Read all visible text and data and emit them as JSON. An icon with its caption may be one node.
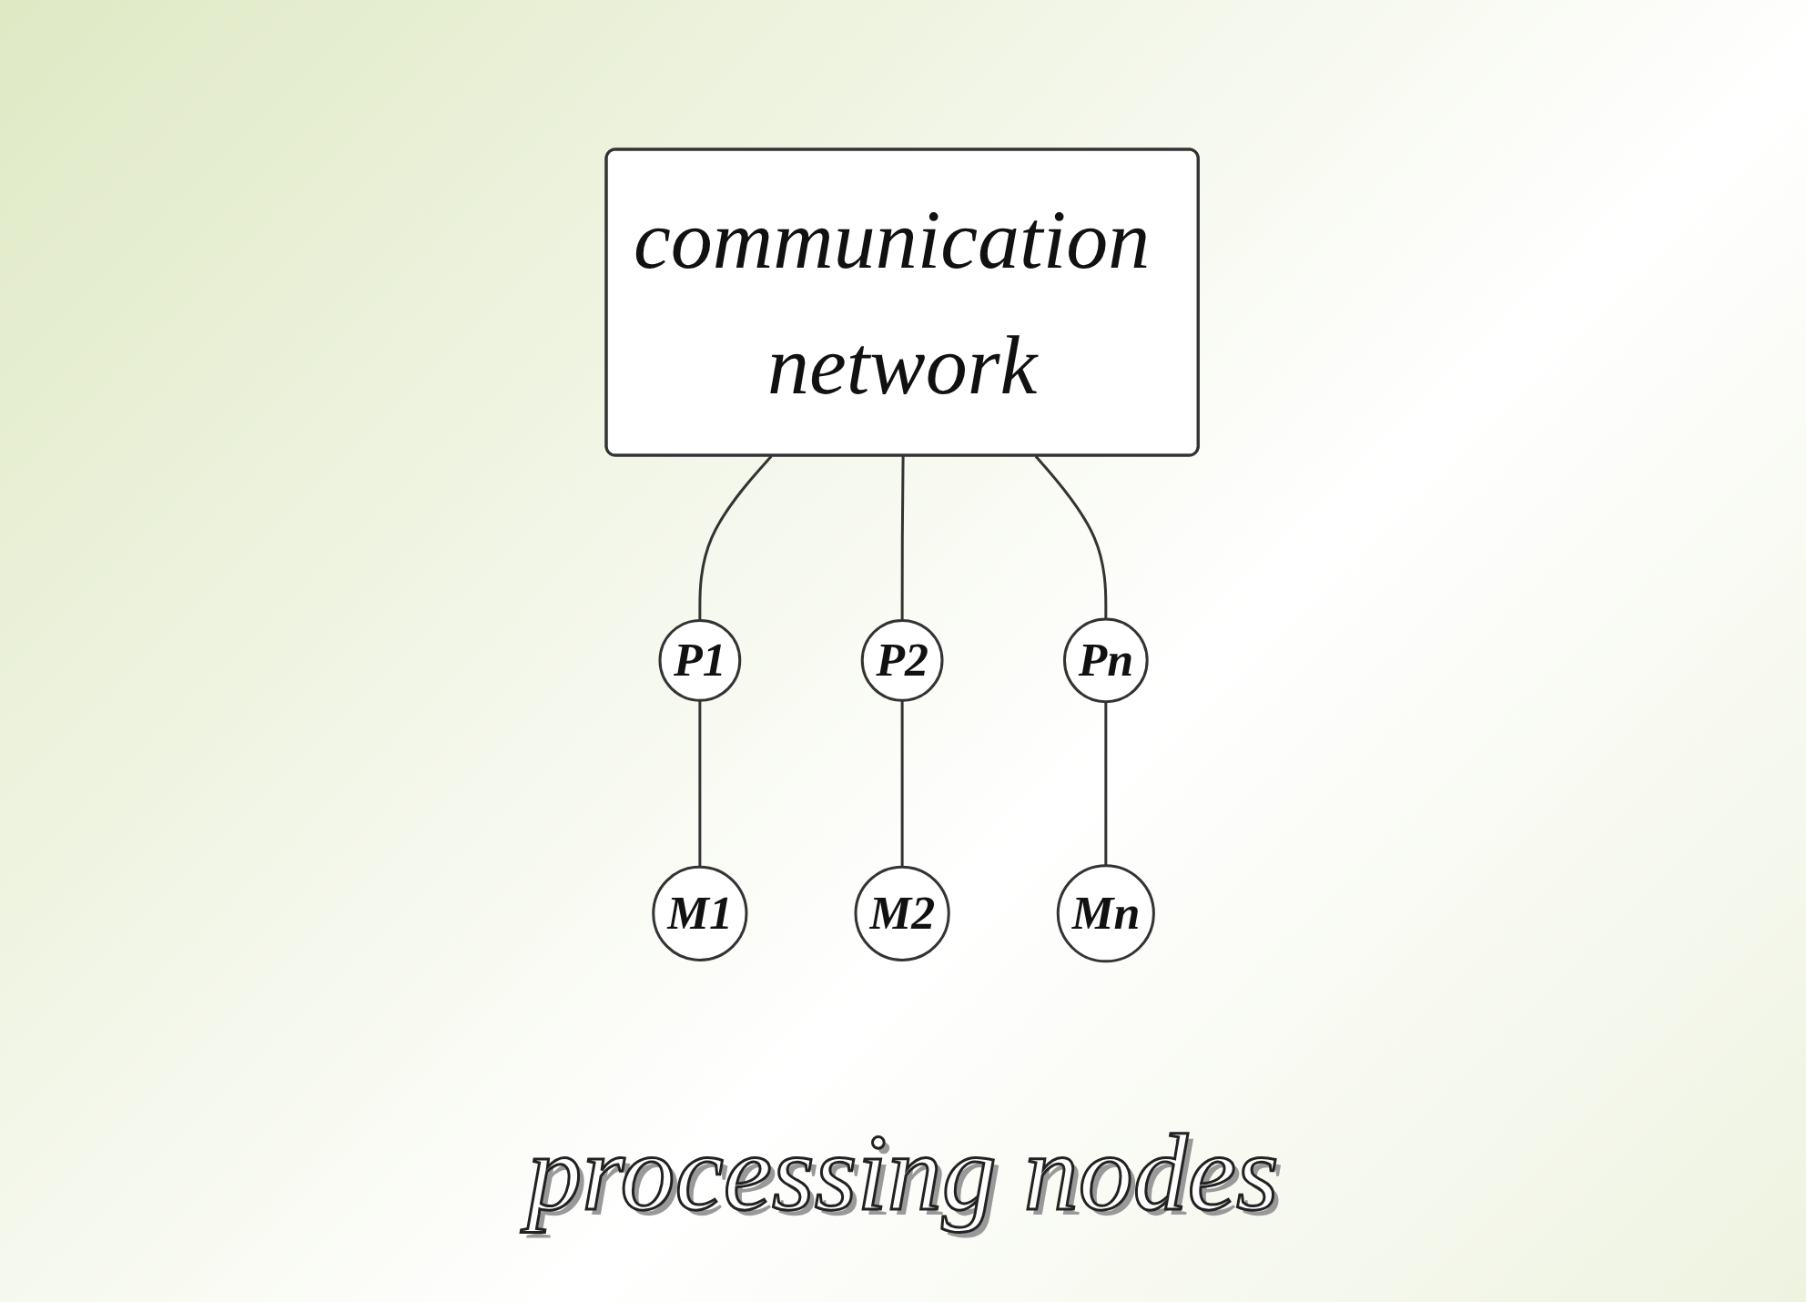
{
  "diagram": {
    "nodes": [
      {
        "text": [
          "communication network"
        ]
      },
      {
        "text": [
          "P1"
        ]
      },
      {
        "text": [
          "P2"
        ]
      },
      {
        "text": [
          "Pn"
        ]
      },
      {
        "text": [
          "M1"
        ]
      },
      {
        "text": [
          "M2"
        ]
      },
      {
        "text": [
          "Mn"
        ]
      }
    ],
    "edges": [
      {
        "from": 0,
        "to": 1,
        "arrow": "none"
      },
      {
        "from": 0,
        "to": 2,
        "arrow": "none"
      },
      {
        "from": 0,
        "to": 3,
        "arrow": "none"
      },
      {
        "from": 1,
        "to": 4,
        "arrow": "none"
      },
      {
        "from": 2,
        "to": 5,
        "arrow": "none"
      },
      {
        "from": 3,
        "to": 6,
        "arrow": "none"
      }
    ],
    "labels": [
      "processing nodes"
    ]
  }
}
